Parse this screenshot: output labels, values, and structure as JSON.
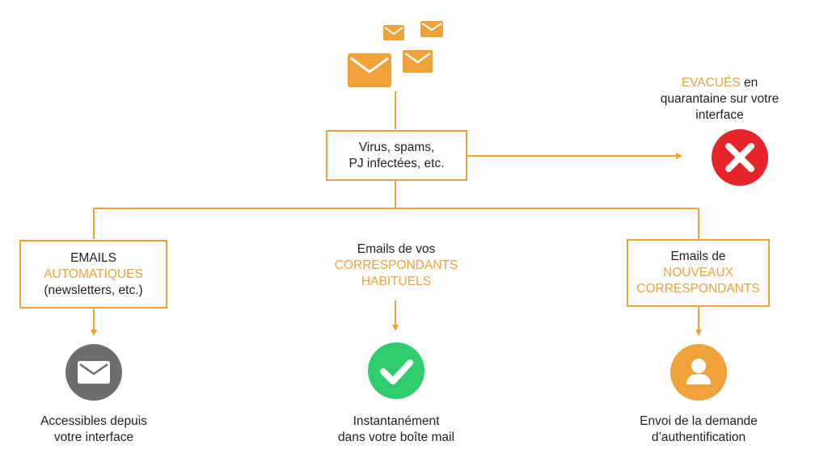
{
  "colors": {
    "accent": "#f0a23a",
    "red": "#e8242b",
    "green": "#2ecc6a",
    "gray": "#6d6d6d",
    "orange": "#f0a23a"
  },
  "filter_box": {
    "line1": "Virus, spams,",
    "line2": "PJ infectées, etc."
  },
  "evacuated": {
    "highlight": "EVACUÉS",
    "text1": " en",
    "line2": "quarantaine sur votre",
    "line3": "interface",
    "icon": "x-circle-icon"
  },
  "branches": {
    "automatic": {
      "line1": "EMAILS",
      "line2": "AUTOMATIQUES",
      "line3": "(newsletters, etc.)",
      "icon": "envelope-circle-icon",
      "result1": "Accessibles depuis",
      "result2": "votre interface"
    },
    "usual": {
      "line1": "Emails de vos",
      "line2": "CORRESPONDANTS",
      "line3": "HABITUELS",
      "icon": "check-circle-icon",
      "result1": "Instantanément",
      "result2": "dans votre boîte mail"
    },
    "new": {
      "line1": "Emails de",
      "line2": "NOUVEAUX",
      "line3": "CORRESPONDANTS",
      "icon": "user-circle-icon",
      "result1": "Envoi de la demande",
      "result2": "d’authentification"
    }
  },
  "header_icon": "envelopes-icon"
}
